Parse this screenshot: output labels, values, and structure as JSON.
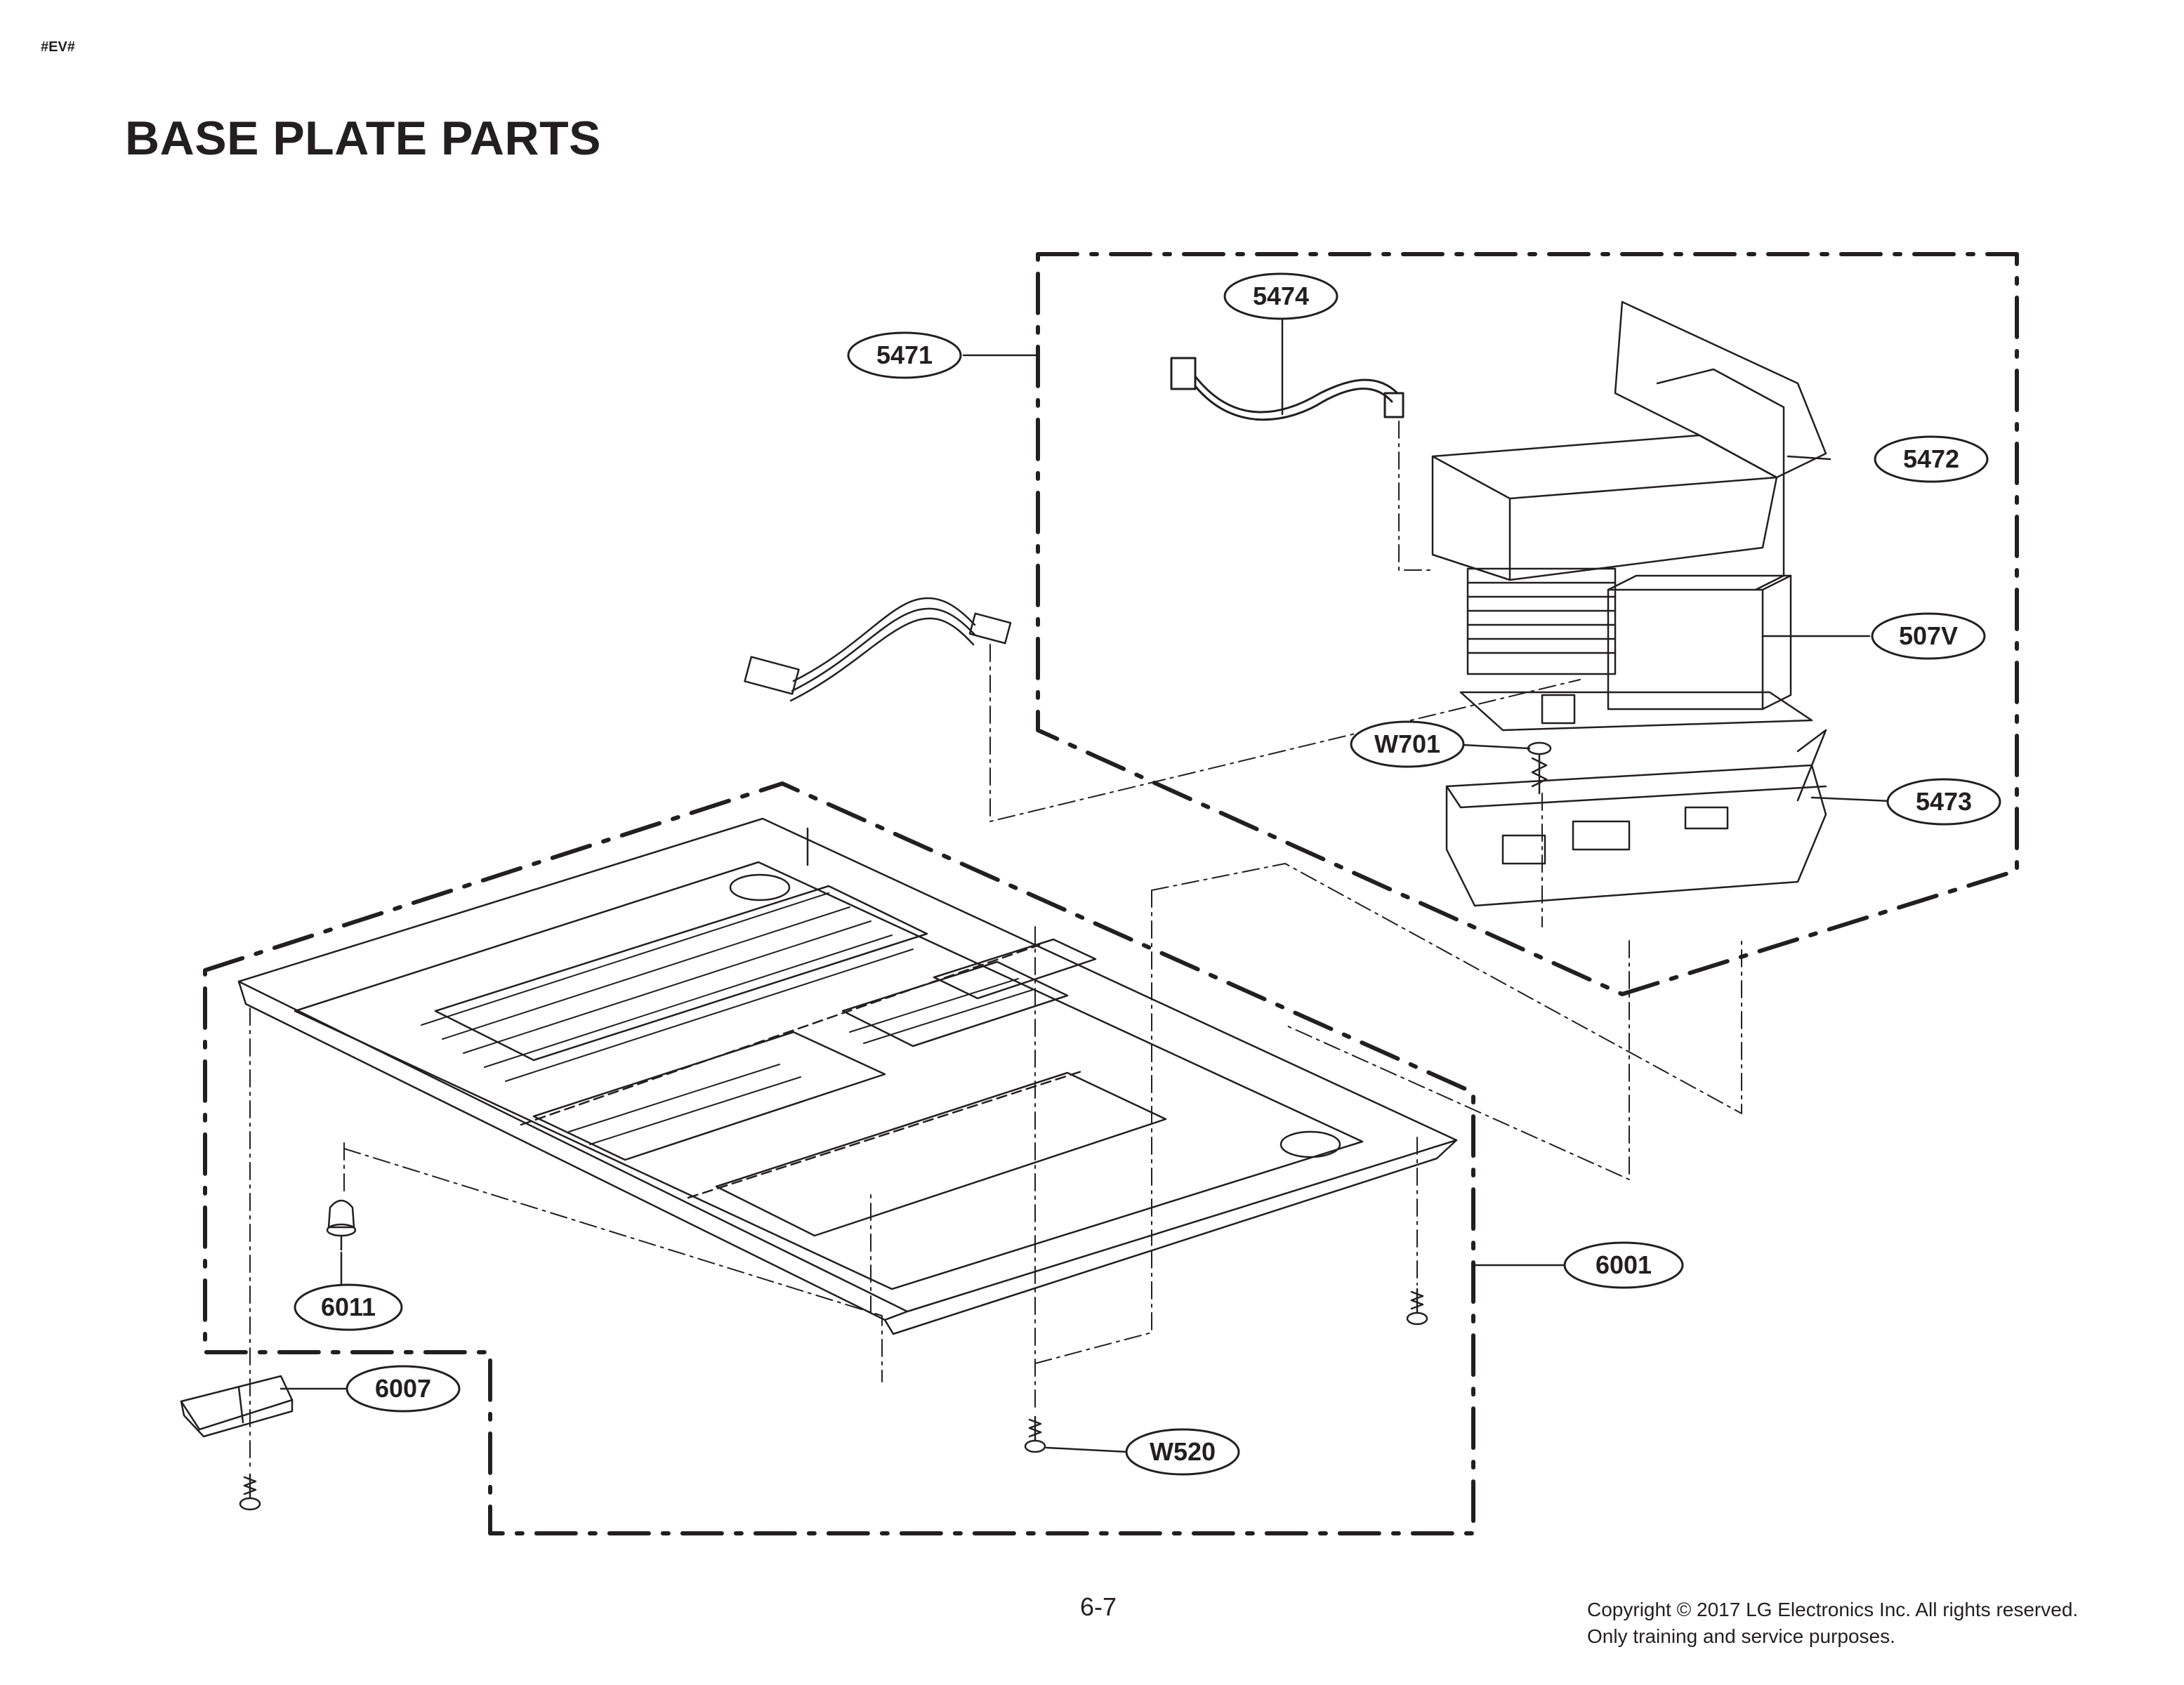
{
  "document": {
    "code": "#EV#",
    "title": "BASE PLATE PARTS",
    "page_number": "6-7",
    "copyright_line1": "Copyright © 2017 LG Electronics Inc. All rights reserved.",
    "copyright_line2": "Only training and service purposes."
  },
  "callouts": [
    {
      "id": "5474",
      "label": "5474"
    },
    {
      "id": "5471",
      "label": "5471"
    },
    {
      "id": "5472",
      "label": "5472"
    },
    {
      "id": "507V",
      "label": "507V"
    },
    {
      "id": "W701",
      "label": "W701"
    },
    {
      "id": "5473",
      "label": "5473"
    },
    {
      "id": "6001",
      "label": "6001"
    },
    {
      "id": "6011",
      "label": "6011"
    },
    {
      "id": "6007",
      "label": "6007"
    },
    {
      "id": "W520",
      "label": "W520"
    }
  ],
  "colors": {
    "ink": "#231f20",
    "paper": "#ffffff"
  }
}
